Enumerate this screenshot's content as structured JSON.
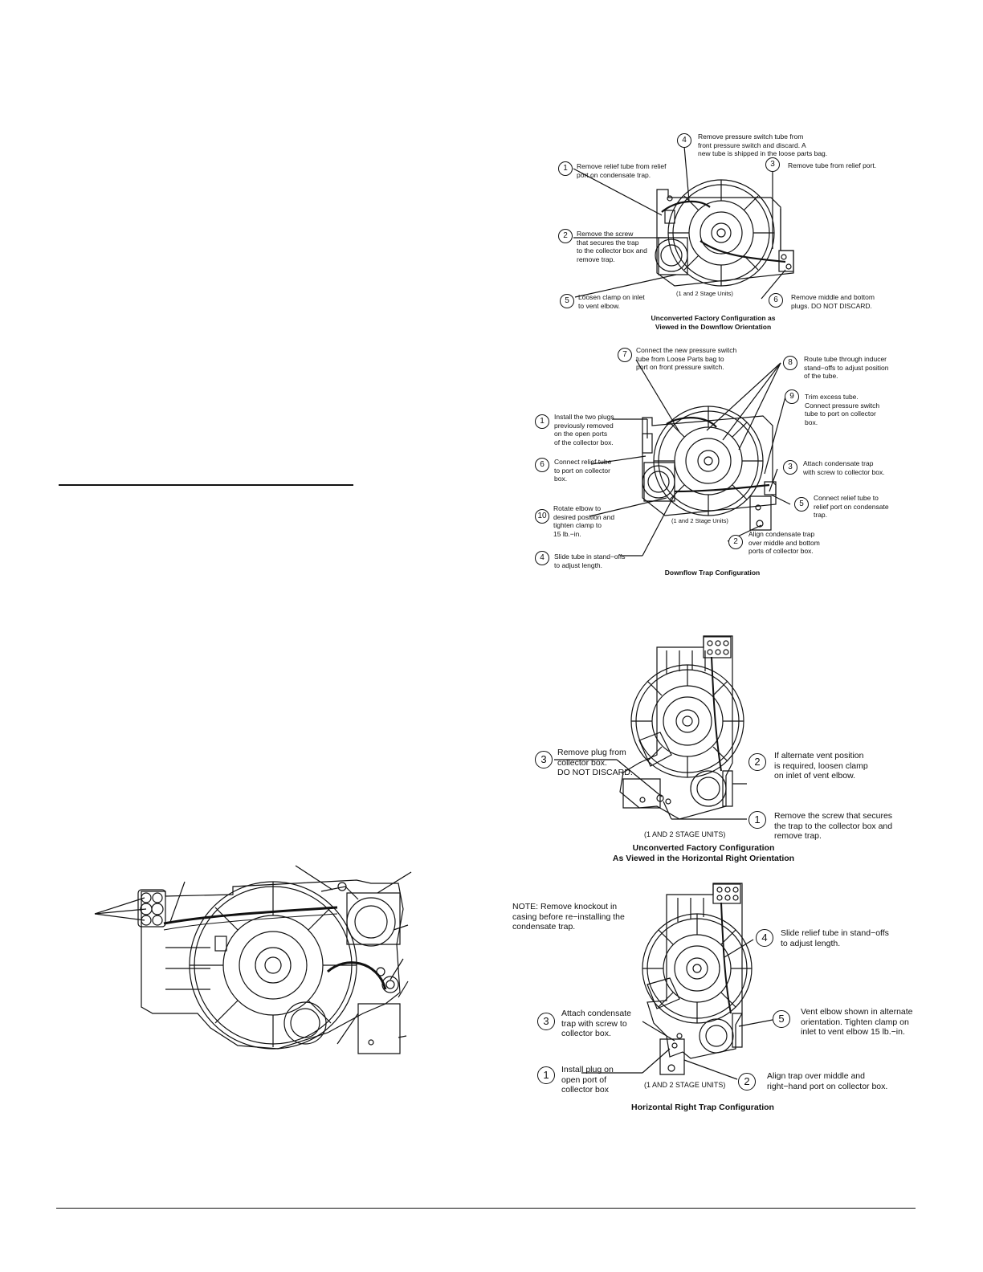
{
  "diagram1": {
    "caption": "Unconverted Factory Configuration as\nViewed in the Downflow Orientation",
    "subcaption": "(1 and 2 Stage Units)",
    "callouts": [
      {
        "num": "1",
        "text": "Remove relief tube from relief\nport on condensate trap."
      },
      {
        "num": "2",
        "text": "Remove the screw\nthat secures the trap\nto the collector box and\nremove trap."
      },
      {
        "num": "3",
        "text": "Remove tube from relief port."
      },
      {
        "num": "4",
        "text": "Remove pressure switch tube from\nfront pressure switch and discard.  A\nnew tube is shipped in the loose parts bag."
      },
      {
        "num": "5",
        "text": "Loosen clamp on inlet\nto vent elbow."
      },
      {
        "num": "6",
        "text": "Remove middle and bottom\nplugs.  DO NOT DISCARD."
      }
    ]
  },
  "diagram2": {
    "caption": "Downflow Trap Configuration",
    "subcaption": "(1 and 2 Stage Units)",
    "callouts": [
      {
        "num": "1",
        "text": "Install the two plugs\npreviously removed\non the open ports\nof the collector box."
      },
      {
        "num": "2",
        "text": "Align condensate trap\nover middle and bottom\nports of collector box."
      },
      {
        "num": "3",
        "text": "Attach condensate trap\nwith screw to collector box."
      },
      {
        "num": "4",
        "text": "Slide tube in stand−offs\nto adjust length."
      },
      {
        "num": "5",
        "text": "Connect relief tube to\nrelief port on condensate\ntrap."
      },
      {
        "num": "6",
        "text": "Connect relief tube\nto port on collector\nbox."
      },
      {
        "num": "7",
        "text": "Connect the new pressure switch\ntube from Loose Parts bag to\nport on front pressure switch."
      },
      {
        "num": "8",
        "text": "Route tube through inducer\nstand−offs to adjust position\nof the tube."
      },
      {
        "num": "9",
        "text": "Trim excess tube.\nConnect pressure switch\ntube to port on collector\nbox."
      },
      {
        "num": "10",
        "text": "Rotate elbow to\ndesired position and\ntighten clamp to\n15 lb.−in."
      }
    ]
  },
  "diagram3": {
    "caption": "Unconverted Factory Configuration\nAs Viewed in the Horizontal Right Orientation",
    "subcaption": "(1 AND 2 STAGE UNITS)",
    "callouts": [
      {
        "num": "1",
        "text": "Remove the screw that secures\nthe trap to the collector box and\nremove trap."
      },
      {
        "num": "2",
        "text": "If alternate vent position\nis required, loosen clamp\non inlet of vent elbow."
      },
      {
        "num": "3",
        "text": "Remove plug from\ncollector box.\nDO NOT DISCARD."
      }
    ]
  },
  "diagram4": {
    "caption": "Horizontal Right Trap Configuration",
    "subcaption": "(1 AND 2 STAGE UNITS)",
    "note": "NOTE:  Remove knockout in\ncasing before re−installing the\ncondensate trap.",
    "callouts": [
      {
        "num": "1",
        "text": "Install plug on\nopen port of\ncollector box"
      },
      {
        "num": "2",
        "text": "Align trap over middle and\nright−hand port on collector box."
      },
      {
        "num": "3",
        "text": "Attach condensate\ntrap with screw to\ncollector box."
      },
      {
        "num": "4",
        "text": "Slide relief tube in stand−offs\nto adjust length."
      },
      {
        "num": "5",
        "text": "Vent elbow shown in alternate\norientation.  Tighten clamp on\ninlet to vent elbow 15 lb.−in."
      }
    ]
  },
  "colors": {
    "ink": "#111111",
    "paper": "#ffffff"
  }
}
